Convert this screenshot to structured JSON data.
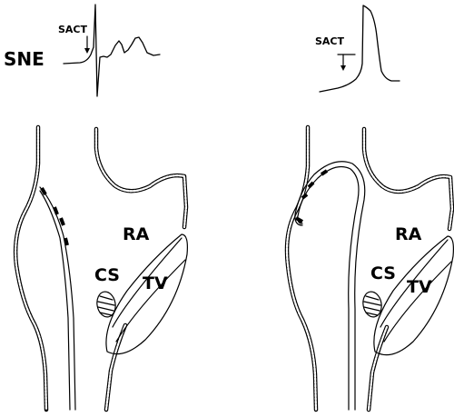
{
  "figure": {
    "left_title": "SNE",
    "left_trace_label": "SACT",
    "right_trace_label": "SACT",
    "left_panel": {
      "chamber": "RA",
      "sinus": "CS",
      "valve": "TV"
    },
    "right_panel": {
      "chamber": "RA",
      "sinus": "CS",
      "valve": "TV"
    }
  }
}
